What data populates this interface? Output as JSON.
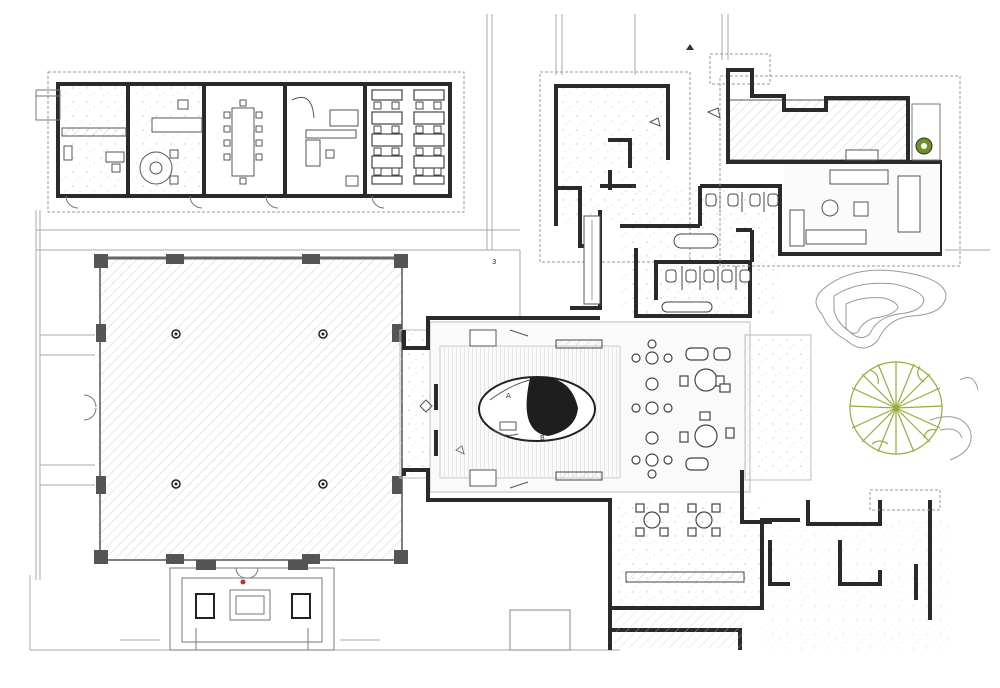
{
  "plan": {
    "marker_labels": [
      "3"
    ],
    "rug_labels": [
      "A",
      "B"
    ],
    "colors": {
      "wall": "#2a2a2a",
      "hatch": "#c9c9c9",
      "floor": "#f2f2f2",
      "line": "#777777",
      "tree": "#9aaa3a",
      "plant": "#6e8f2a"
    }
  }
}
